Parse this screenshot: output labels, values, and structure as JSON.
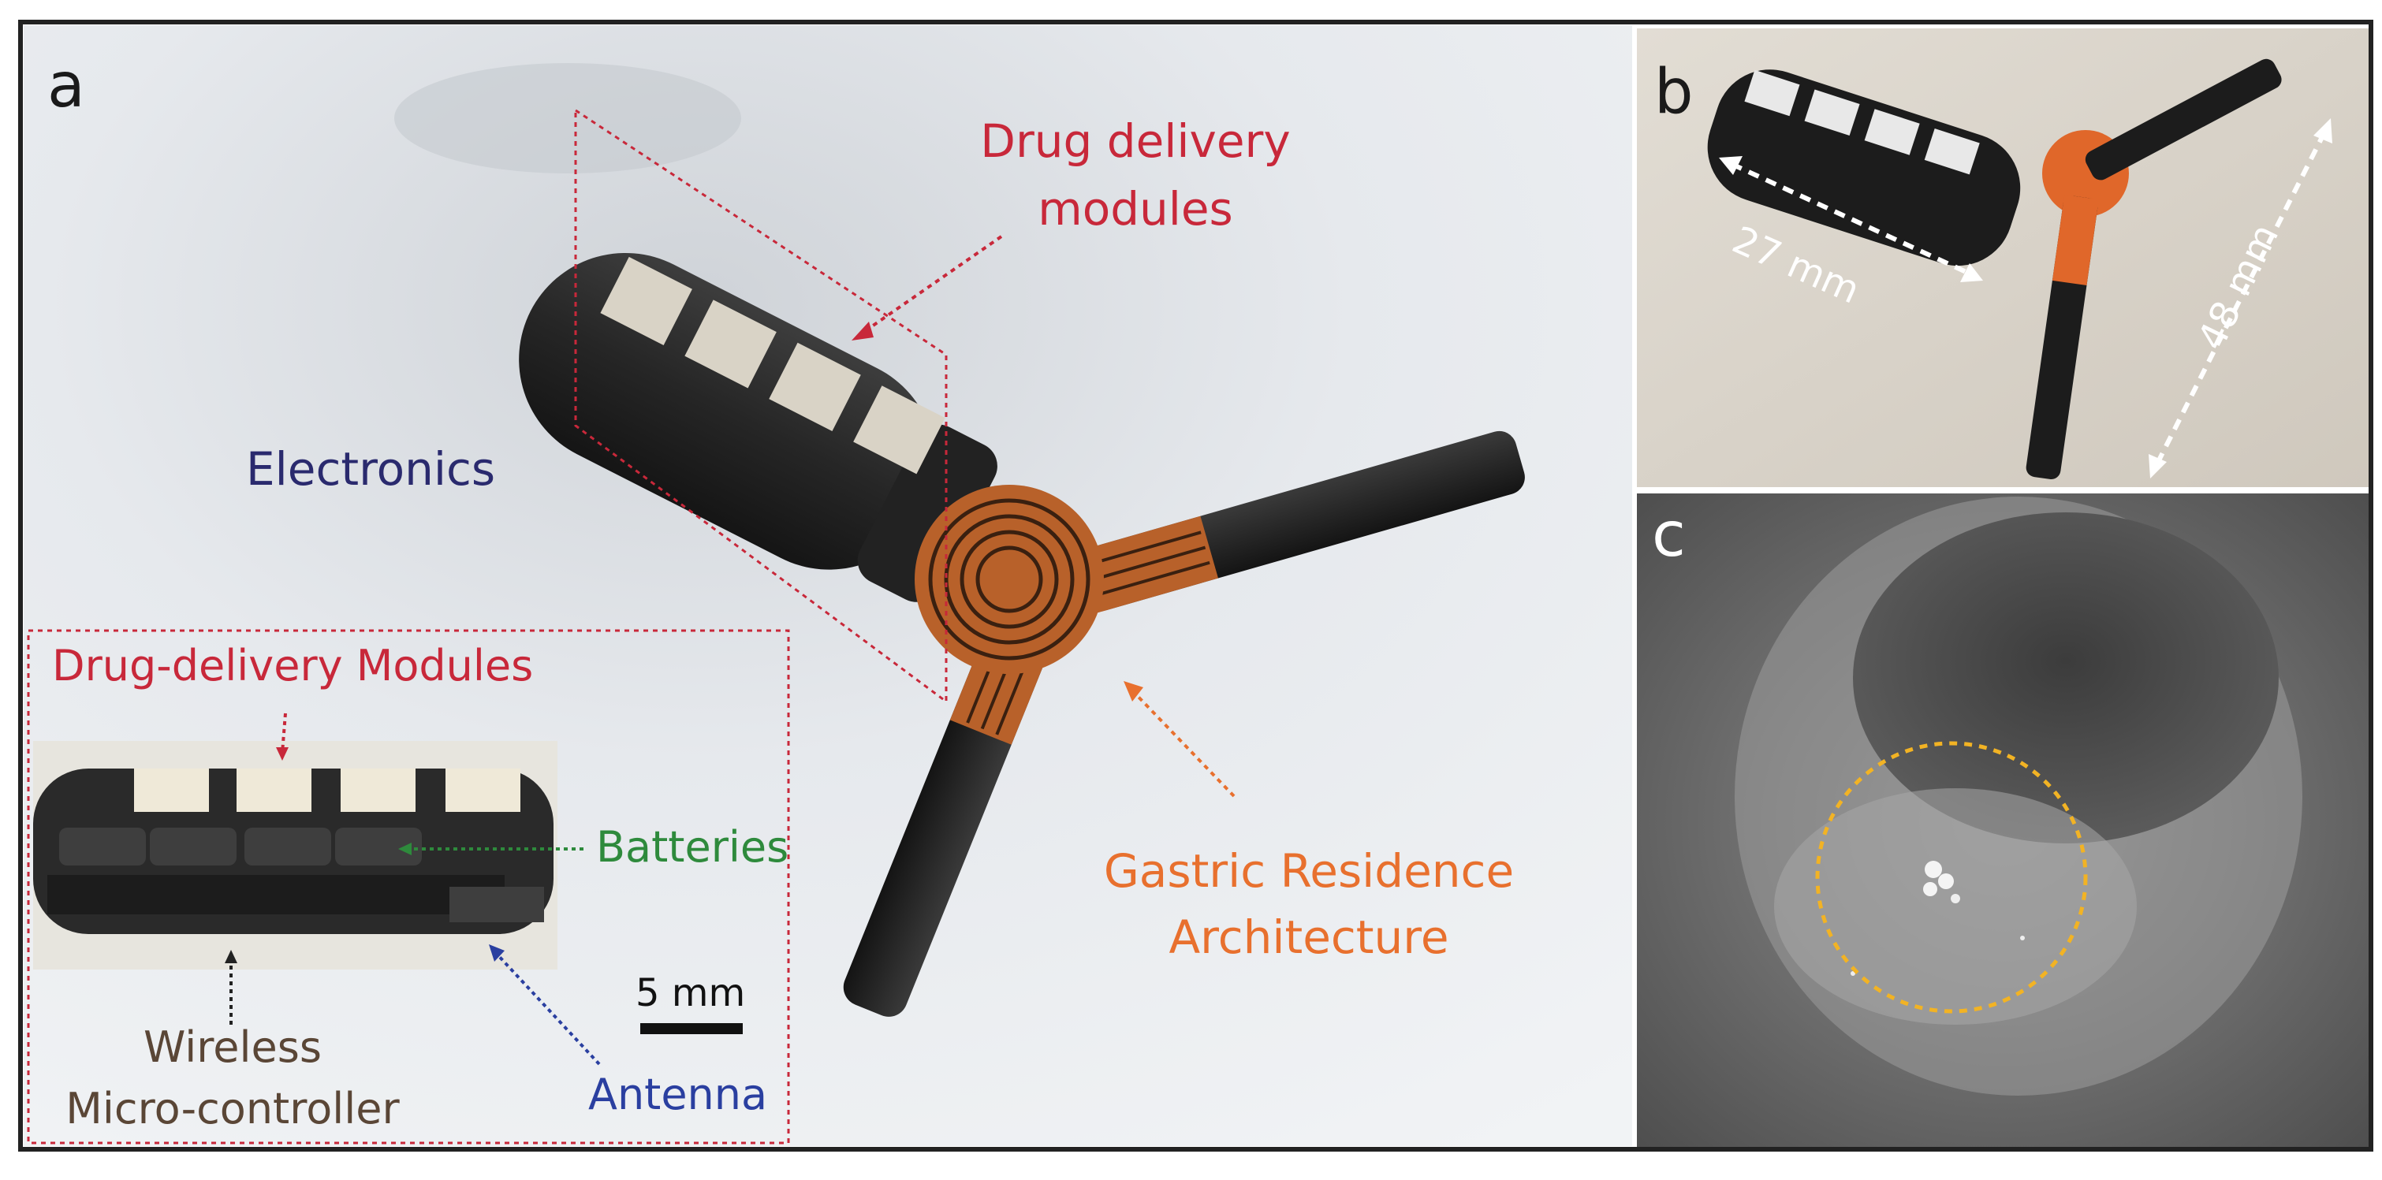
{
  "panels": {
    "a": "a",
    "b": "b",
    "c": "c"
  },
  "labels": {
    "drug_delivery_modules_line1": "Drug delivery",
    "drug_delivery_modules_line2": "modules",
    "electronics": "Electronics",
    "gastric_residence_line1": "Gastric Residence",
    "gastric_residence_line2": "Architecture",
    "inset_title": "Drug-delivery Modules",
    "batteries": "Batteries",
    "scale_bar": "5 mm",
    "wireless_line1": "Wireless",
    "wireless_line2": "Micro-controller",
    "antenna": "Antenna",
    "dim_27": "27 mm",
    "dim_48": "48 mm"
  },
  "colors": {
    "drug_label": "#c8283a",
    "electronics_label": "#2a2a6e",
    "gastric_label": "#e8702e",
    "batteries_label": "#2e8a3c",
    "antenna_label": "#2a3fa0",
    "wireless_label": "#5a4636",
    "xray_circle": "#f2b324"
  }
}
